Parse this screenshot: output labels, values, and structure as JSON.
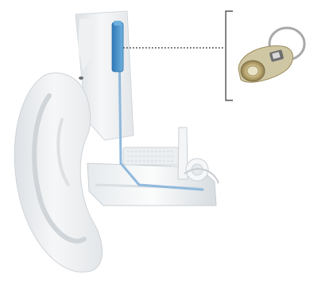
{
  "diagram": {
    "subject": "ear-cross-section-with-hearing-implant",
    "callout": {
      "bracket_side": "left",
      "line_style": "dotted",
      "target": "implant-device"
    },
    "colors": {
      "background": "#ffffff",
      "ear_light": "#f4f5f6",
      "ear_mid": "#e2e5e8",
      "ear_shadow": "#c9ced3",
      "implant_blue": "#3a86c4",
      "ring_metal": "#b9b9b9",
      "device_gold": "#b7a26a",
      "callout_line": "#333333"
    }
  }
}
